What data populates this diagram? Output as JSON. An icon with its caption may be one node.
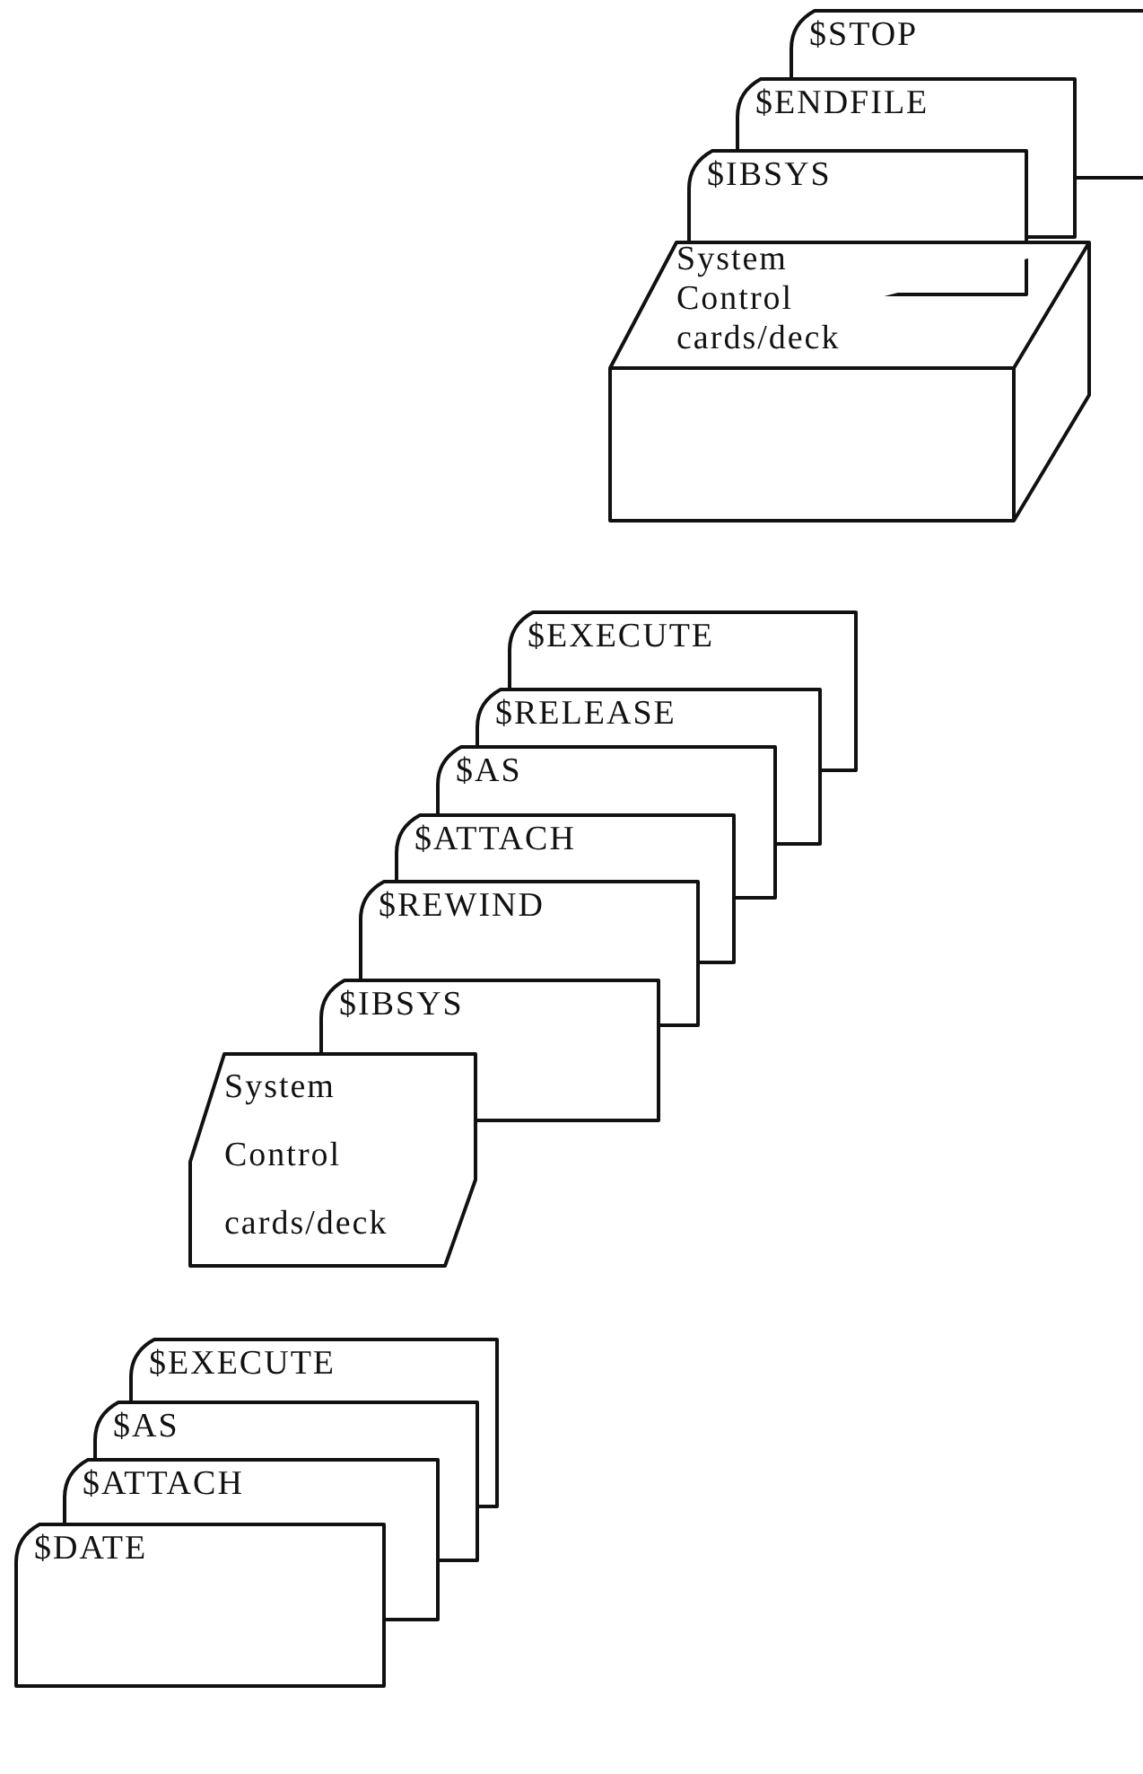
{
  "diagram": {
    "nodes": [
      {
        "text": [
          "$STOP"
        ]
      },
      {
        "text": [
          "$ENDFILE"
        ]
      },
      {
        "text": [
          "$IBSYS"
        ]
      },
      {
        "text": [
          "System Control cards/deck"
        ]
      },
      {
        "text": [
          "$EXECUTE"
        ]
      },
      {
        "text": [
          "$RELEASE"
        ]
      },
      {
        "text": [
          "$AS"
        ]
      },
      {
        "text": [
          "$ATTACH"
        ]
      },
      {
        "text": [
          "$REWIND"
        ]
      },
      {
        "text": [
          "$IBSYS"
        ]
      },
      {
        "text": [
          "System Control cards/deck"
        ]
      },
      {
        "text": [
          "$EXECUTE"
        ]
      },
      {
        "text": [
          "$AS"
        ]
      },
      {
        "text": [
          "$ATTACH"
        ]
      },
      {
        "text": [
          "$DATE"
        ]
      }
    ]
  }
}
